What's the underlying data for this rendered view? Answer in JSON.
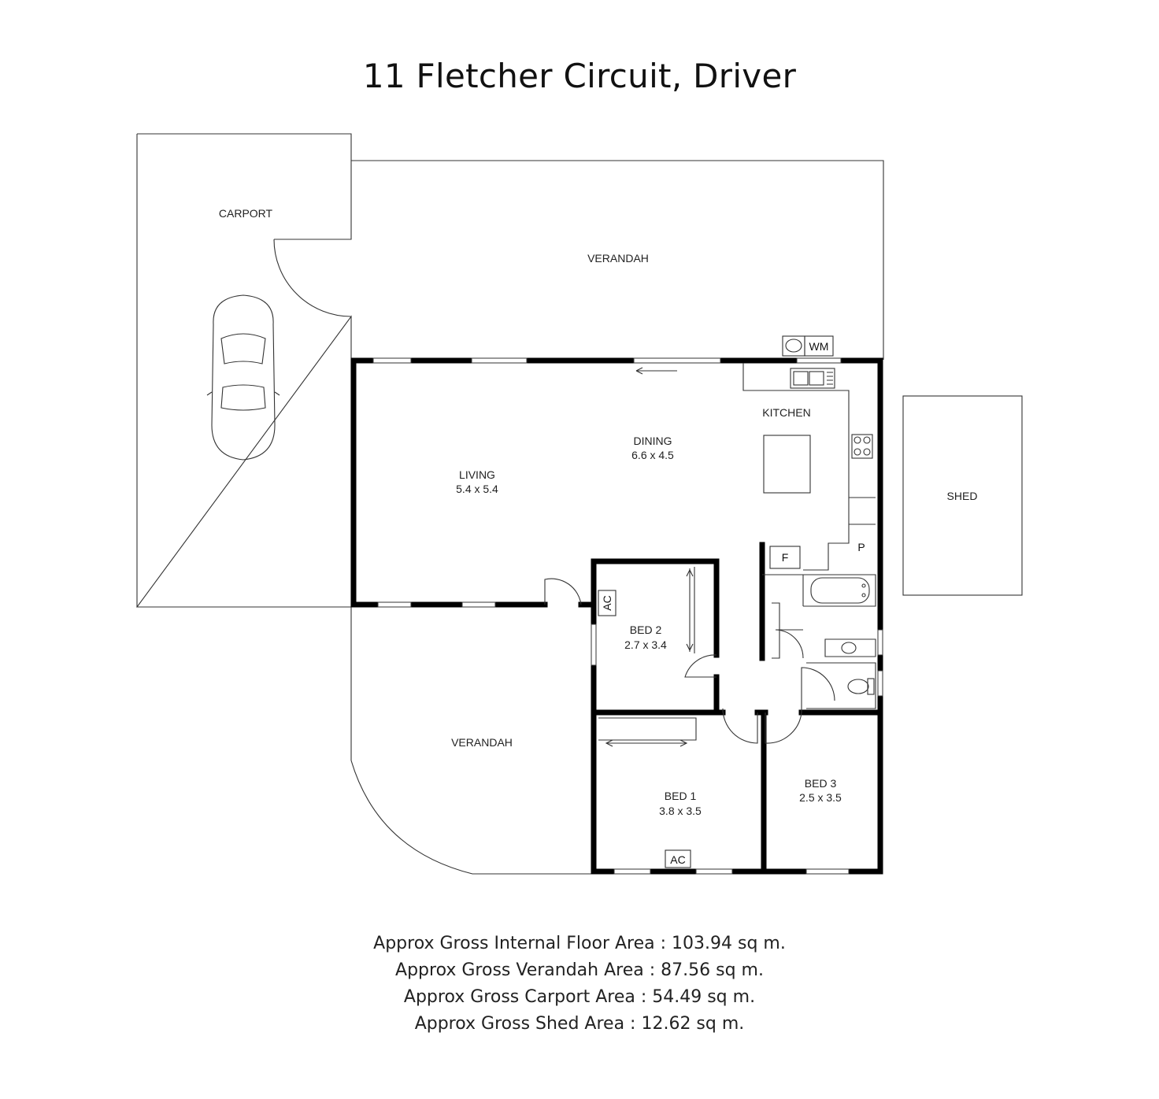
{
  "title": "11 Fletcher Circuit, Driver",
  "rooms": {
    "carport": {
      "name": "CARPORT"
    },
    "verandah_top": {
      "name": "VERANDAH"
    },
    "verandah_bottom": {
      "name": "VERANDAH"
    },
    "kitchen": {
      "name": "KITCHEN"
    },
    "dining": {
      "name": "DINING",
      "size": "6.6 x 4.5"
    },
    "living": {
      "name": "LIVING",
      "size": "5.4 x 5.4"
    },
    "shed": {
      "name": "SHED"
    },
    "bed2": {
      "name": "BED 2",
      "size": "2.7 x 3.4"
    },
    "bed1": {
      "name": "BED 1",
      "size": "3.8 x 3.5"
    },
    "bed3": {
      "name": "BED 3",
      "size": "2.5 x 3.5"
    }
  },
  "fixtures": {
    "wm": "WM",
    "pantry": "P",
    "fridge": "F",
    "ac_bed2": "AC",
    "ac_bed1": "AC"
  },
  "areas": [
    "Approx Gross Internal Floor Area : 103.94 sq m.",
    "Approx Gross Verandah Area : 87.56 sq m.",
    "Approx Gross Carport Area : 54.49 sq m.",
    "Approx Gross Shed Area : 12.62 sq m."
  ]
}
